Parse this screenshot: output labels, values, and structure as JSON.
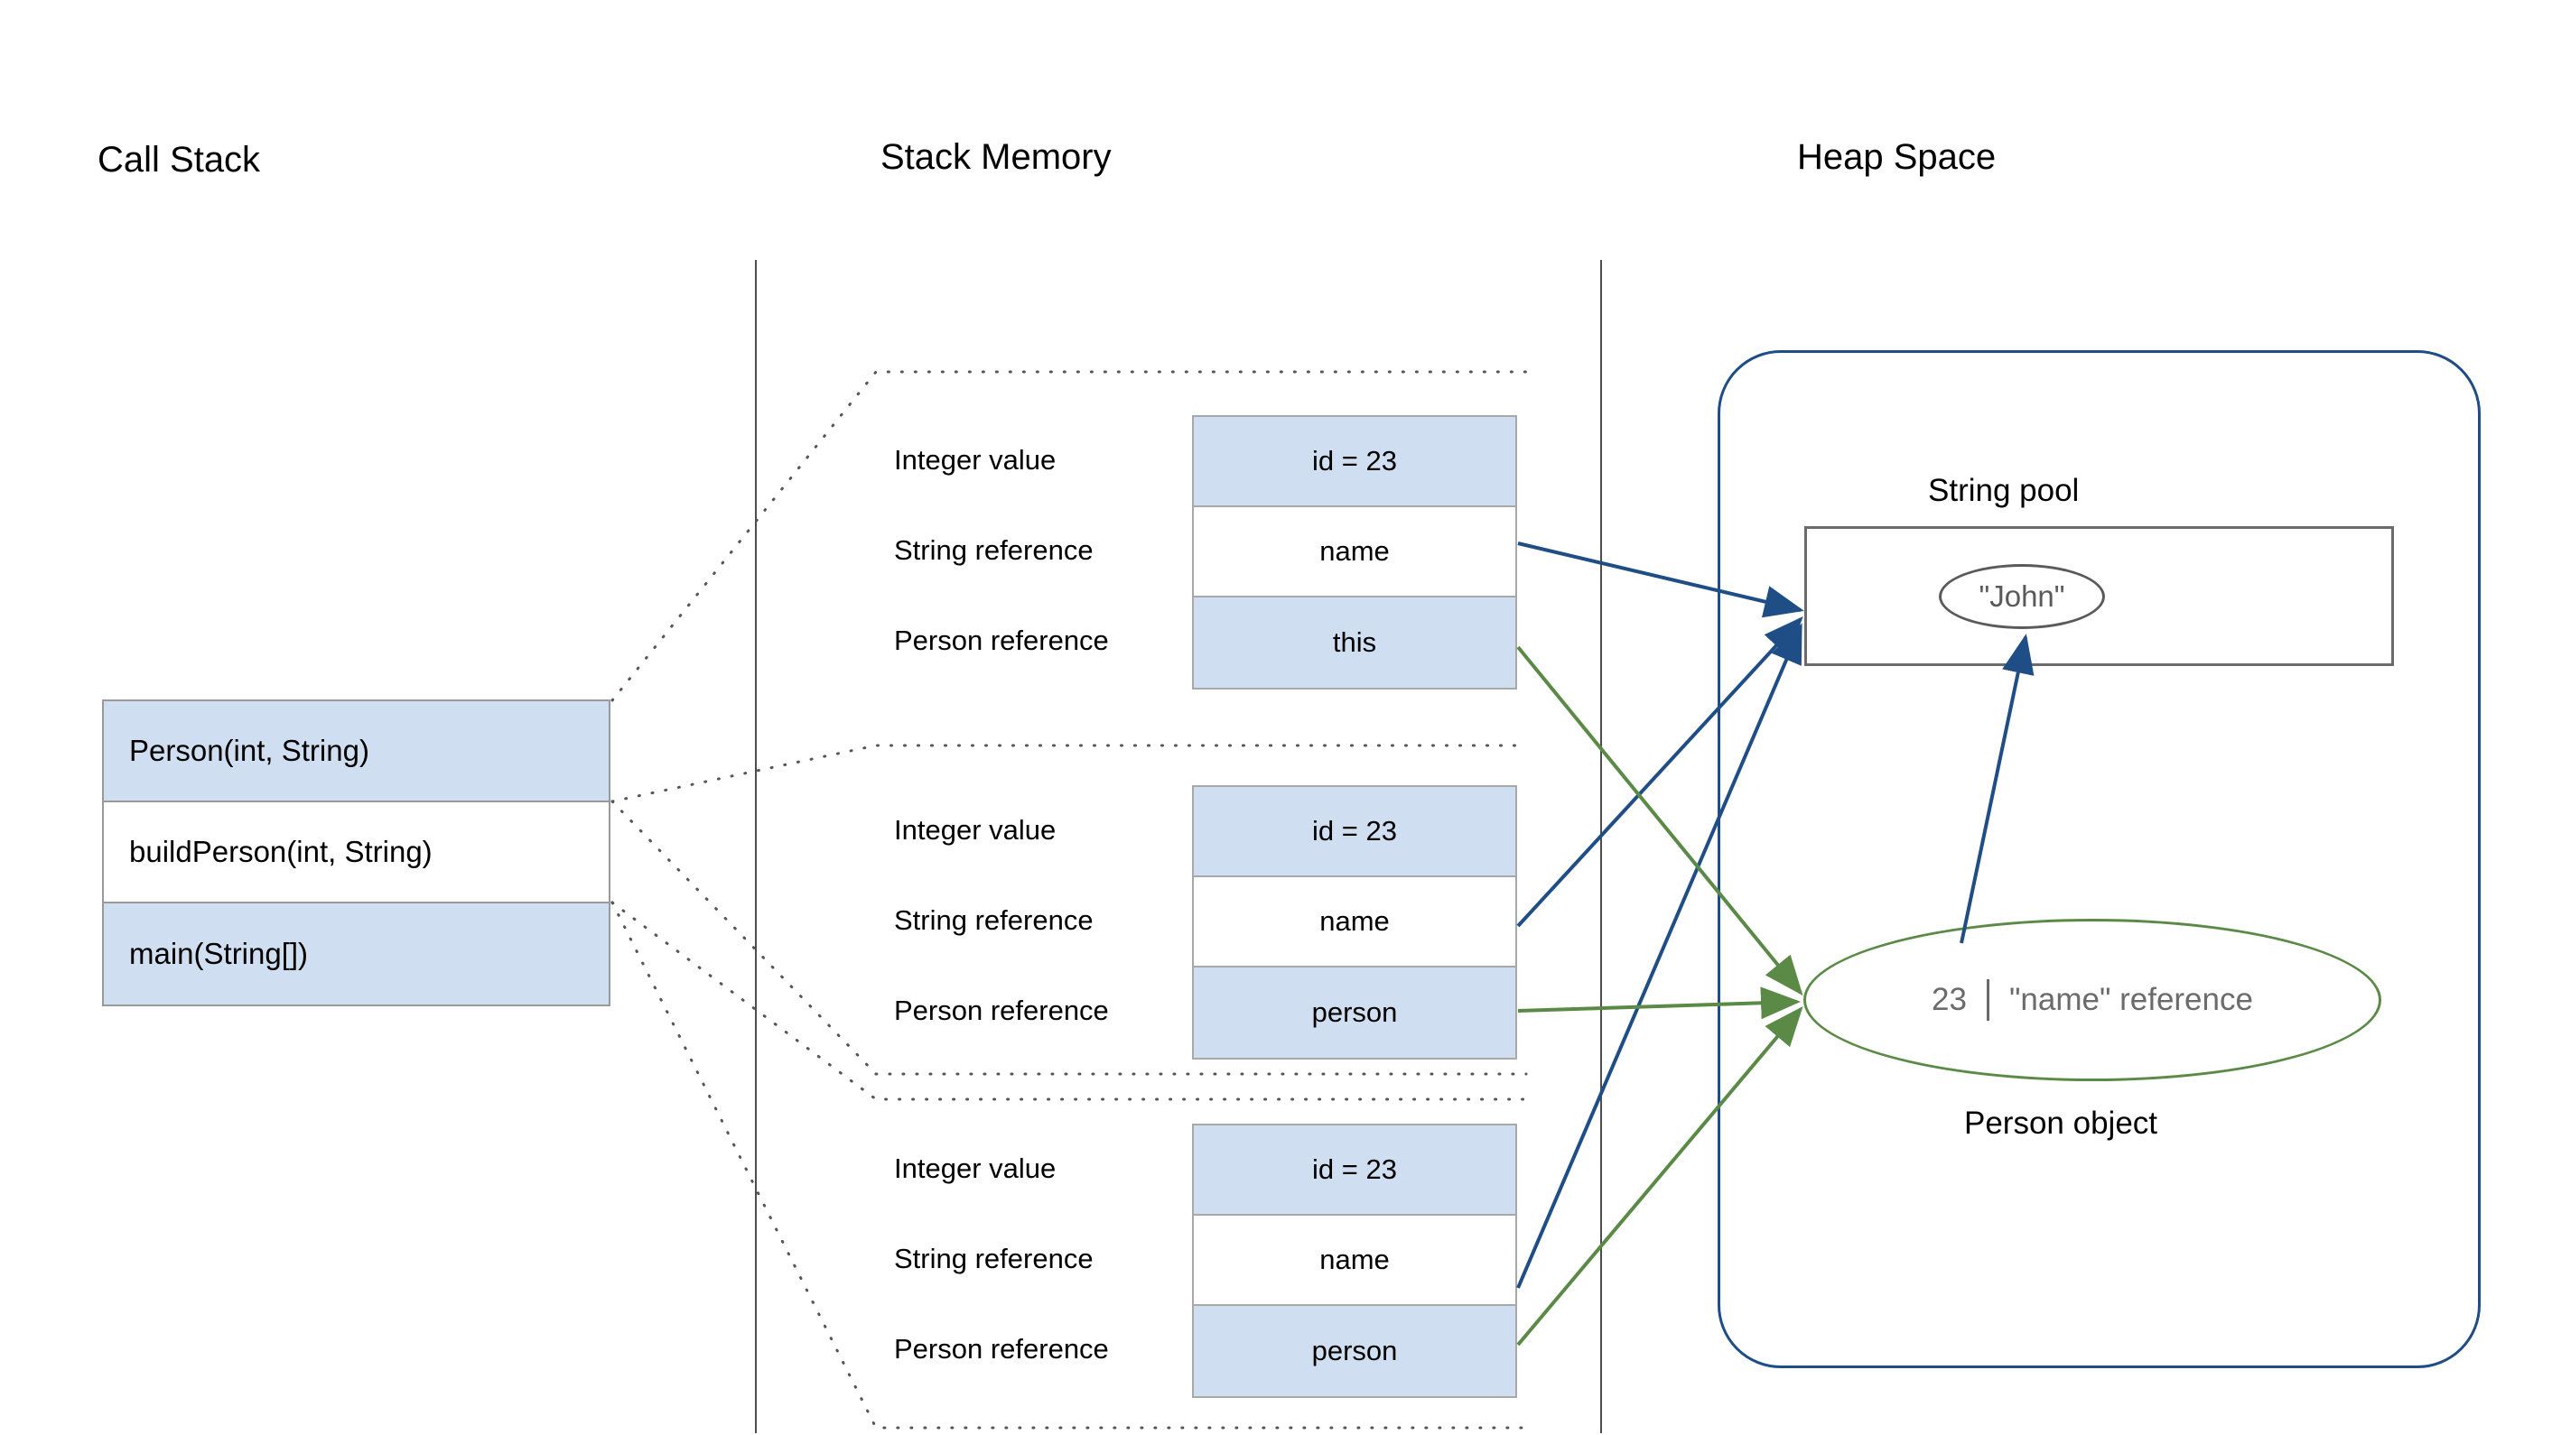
{
  "columns": {
    "call_stack_title": "Call Stack",
    "stack_memory_title": "Stack Memory",
    "heap_space_title": "Heap Space"
  },
  "call_stack": {
    "frames": [
      {
        "label": "Person(int, String)",
        "filled": true
      },
      {
        "label": "buildPerson(int, String)",
        "filled": false
      },
      {
        "label": "main(String[])",
        "filled": true
      }
    ]
  },
  "stack_memory": {
    "row_labels": [
      "Integer value",
      "String reference",
      "Person reference"
    ],
    "frames": [
      {
        "cells": [
          {
            "value": "id = 23",
            "filled": true
          },
          {
            "value": "name",
            "filled": false
          },
          {
            "value": "this",
            "filled": true
          }
        ]
      },
      {
        "cells": [
          {
            "value": "id = 23",
            "filled": true
          },
          {
            "value": "name",
            "filled": false
          },
          {
            "value": "person",
            "filled": true
          }
        ]
      },
      {
        "cells": [
          {
            "value": "id = 23",
            "filled": true
          },
          {
            "value": "name",
            "filled": false
          },
          {
            "value": "person",
            "filled": true
          }
        ]
      }
    ]
  },
  "heap": {
    "string_pool_label": "String pool",
    "string_literal": "\"John\"",
    "person_object": {
      "id_value": "23",
      "name_ref": "\"name\" reference",
      "caption": "Person object"
    }
  },
  "colors": {
    "cell_fill": "#cfdff1",
    "cell_border": "#a8a8a8",
    "heap_border": "#1f4e86",
    "string_arrow": "#1f4e86",
    "person_arrow": "#5a8a46",
    "person_ellipse_border": "#5a8a46",
    "muted_text": "#6b6b6b",
    "divider": "#4d4d4d"
  }
}
